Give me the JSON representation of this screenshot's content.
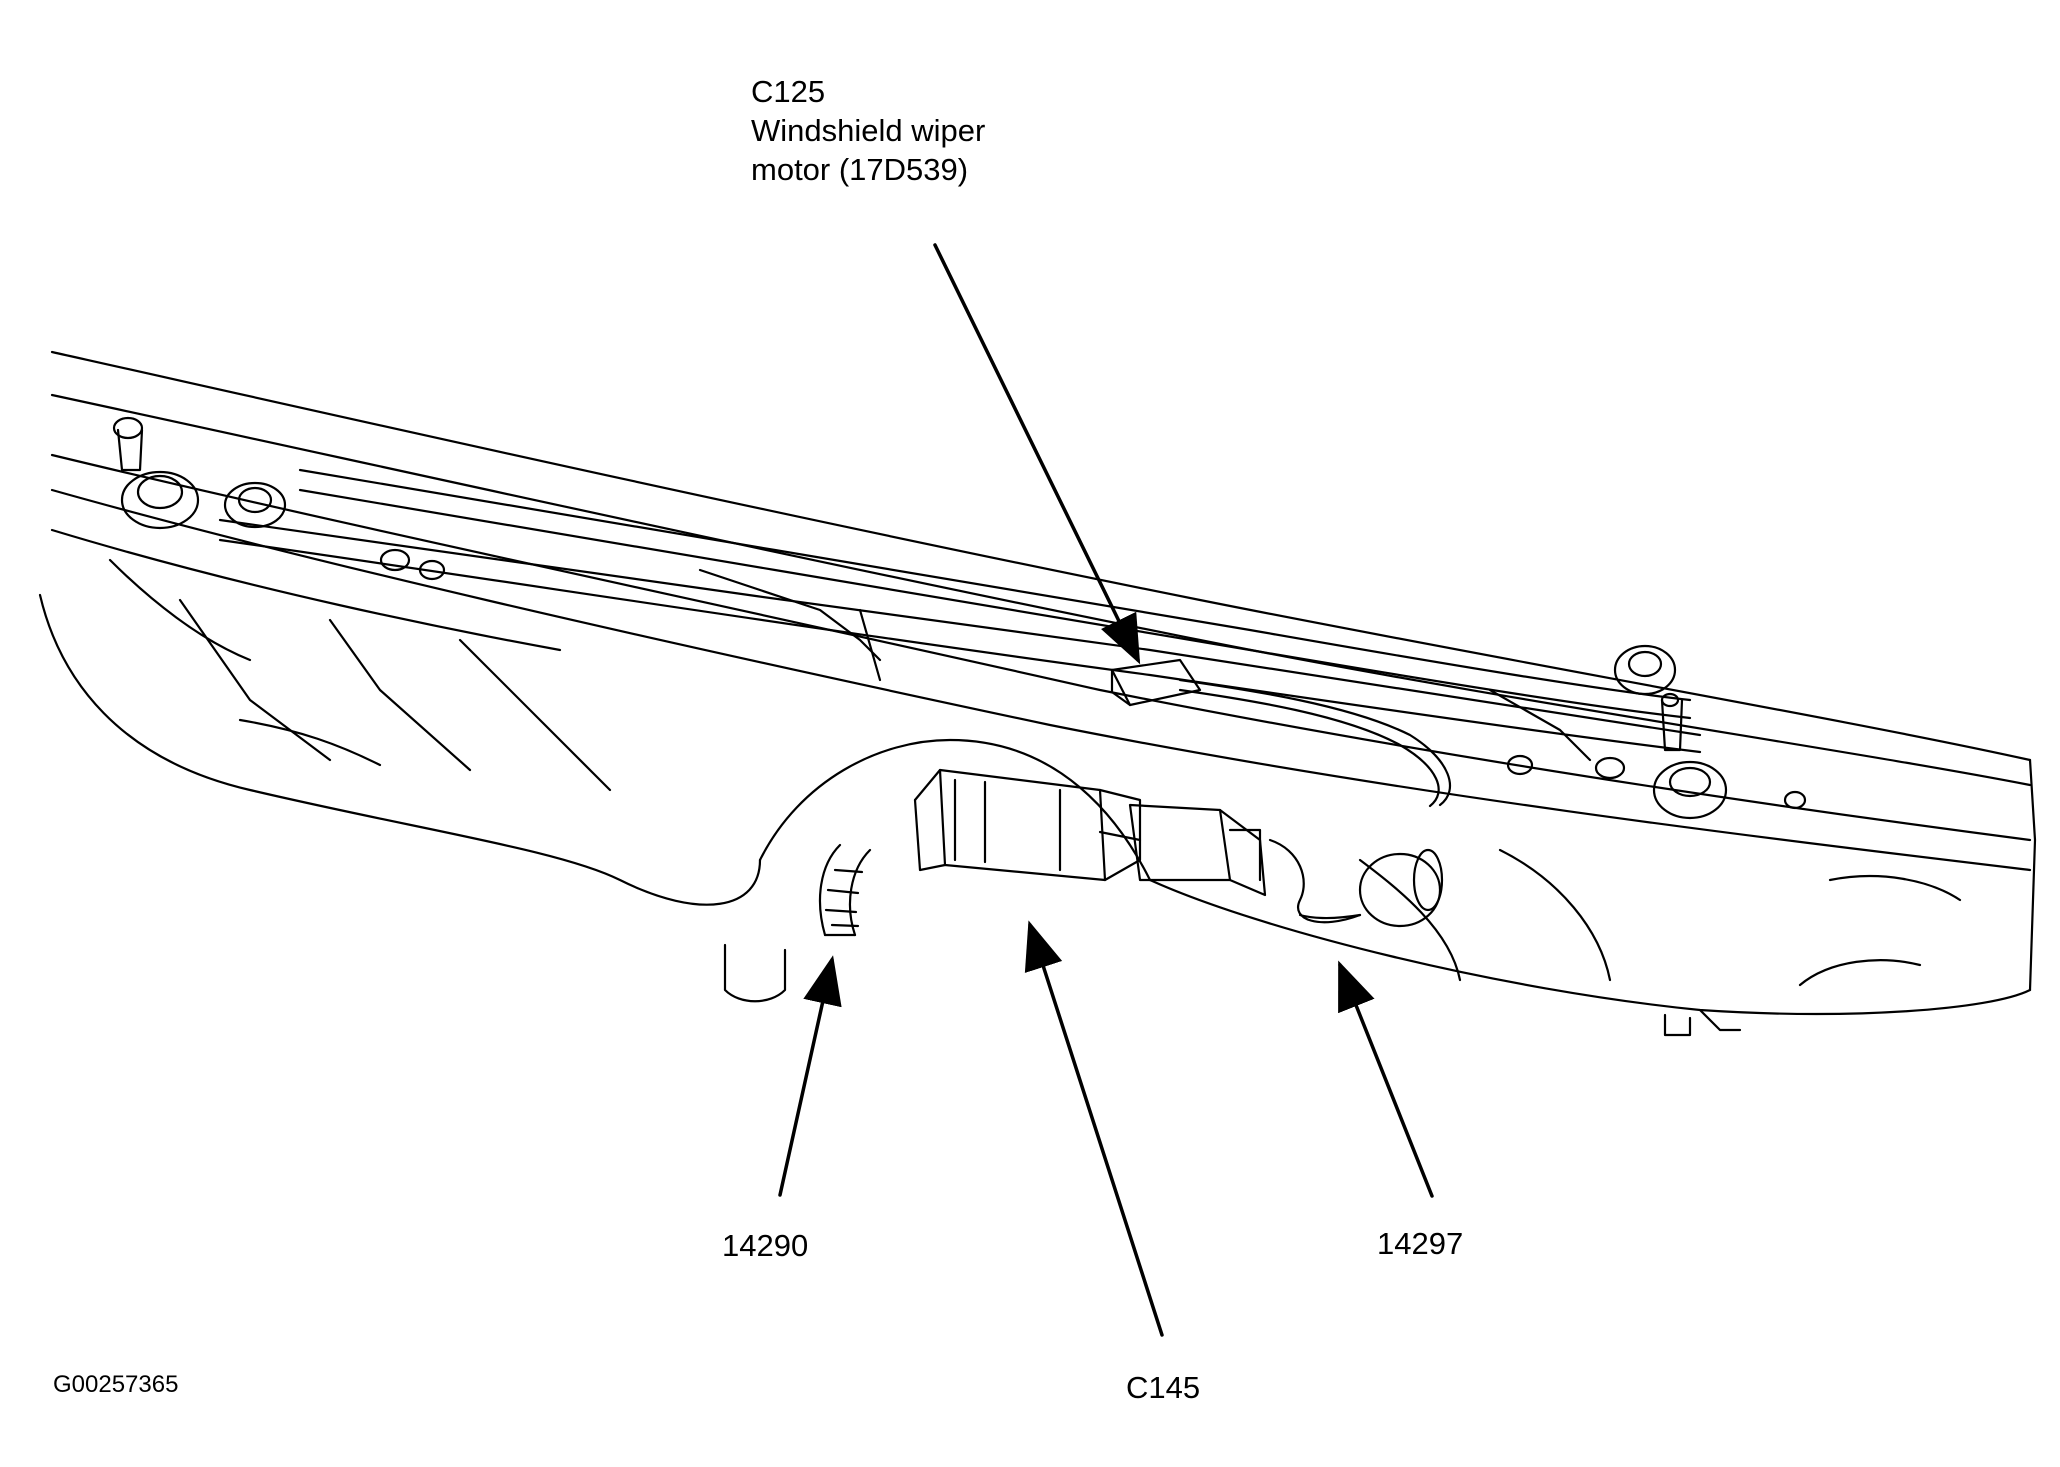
{
  "callouts": {
    "c125": {
      "connector": "C125",
      "line1": "Windshield wiper",
      "line2": "motor (17D539)"
    },
    "harness_14290": "14290",
    "connector_c145": "C145",
    "harness_14297": "14297"
  },
  "figure_id": "G00257365",
  "colors": {
    "line": "#000000",
    "background": "#ffffff"
  }
}
